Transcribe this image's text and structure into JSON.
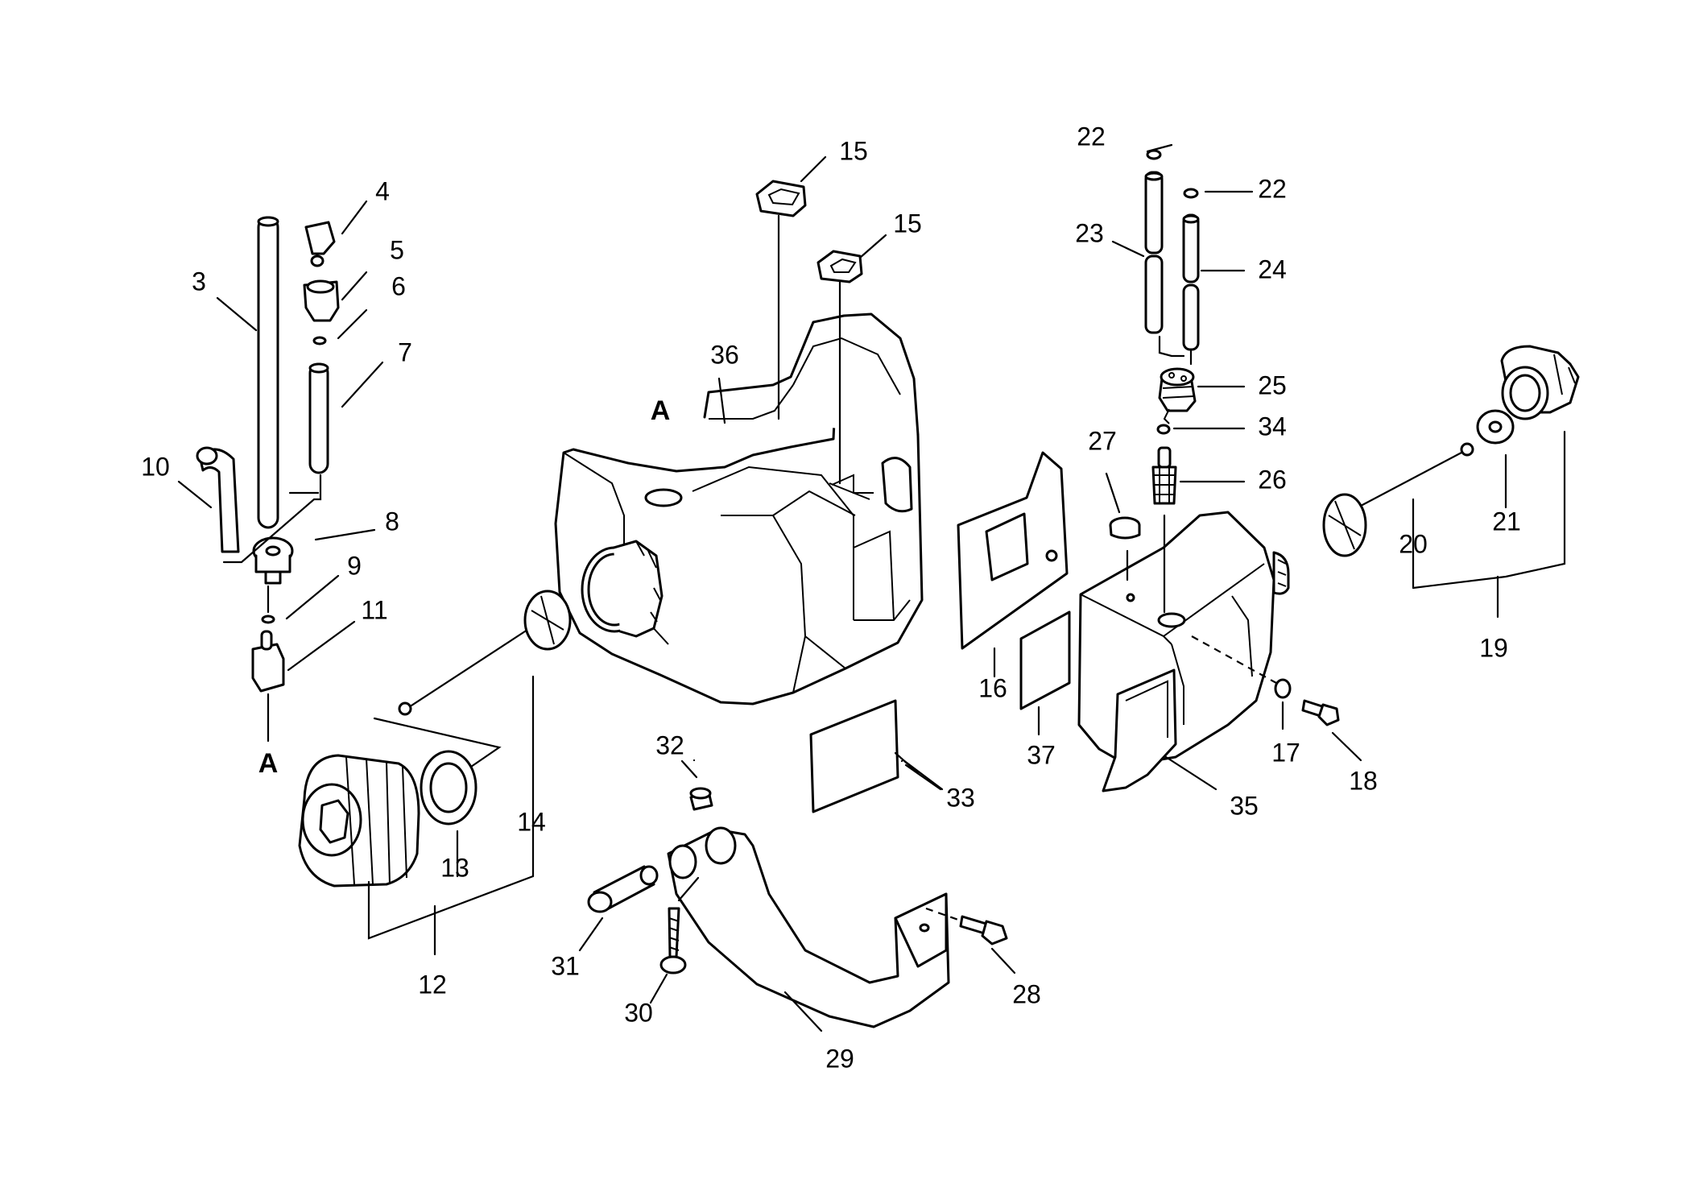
{
  "diagram": {
    "callouts": {
      "c3": "3",
      "c4": "4",
      "c5": "5",
      "c6": "6",
      "c7": "7",
      "c8": "8",
      "c9": "9",
      "c10": "10",
      "c11": "11",
      "c12": "12",
      "c13": "13",
      "c14": "14",
      "c15a": "15",
      "c15b": "15",
      "c16": "16",
      "c17": "17",
      "c18": "18",
      "c19": "19",
      "c20": "20",
      "c21": "21",
      "c22a": "22",
      "c22b": "22",
      "c23": "23",
      "c24": "24",
      "c25": "25",
      "c26": "26",
      "c27": "27",
      "c28": "28",
      "c29": "29",
      "c30": "30",
      "c31": "31",
      "c32": "32",
      "c33": "33",
      "c34": "34",
      "c35": "35",
      "c36": "36",
      "c37": "37"
    },
    "markers": {
      "a_tank": "A",
      "a_bottom": "A"
    }
  }
}
